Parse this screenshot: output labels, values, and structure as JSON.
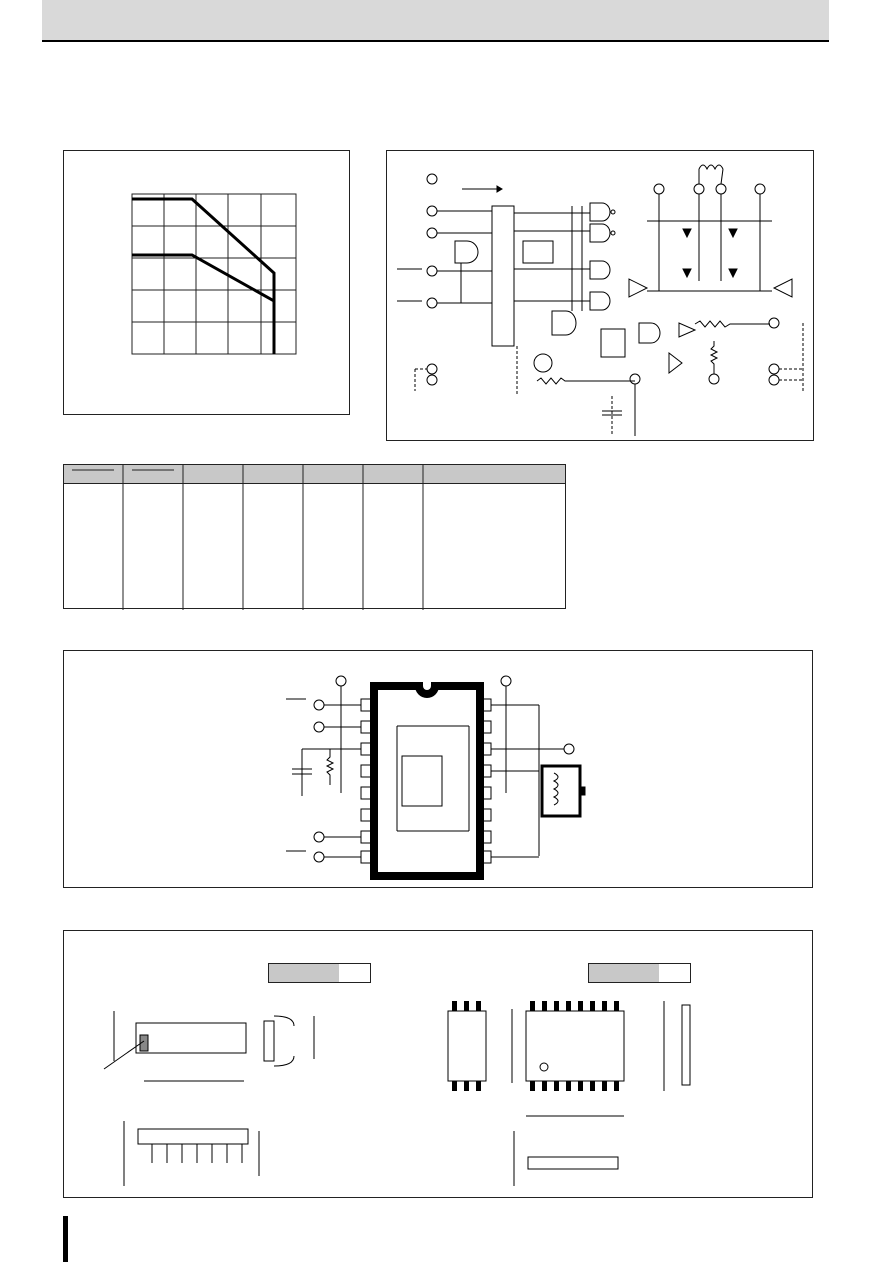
{
  "page": {
    "header": {
      "title": ""
    },
    "panels": [
      {
        "name": "derating-chart-panel"
      },
      {
        "name": "block-diagram-panel"
      },
      {
        "name": "application-circuit-panel"
      },
      {
        "name": "package-outline-panel"
      }
    ],
    "table": {
      "columns": [
        "",
        "",
        "",
        "",
        "",
        "",
        ""
      ],
      "rows": []
    },
    "package_labels": [
      {
        "name": "package-label-dip",
        "text": ""
      },
      {
        "name": "package-label-sop",
        "text": ""
      }
    ],
    "colors": {
      "header_bg": "#d9d9d9",
      "table_head_bg": "#c8c8c8",
      "line": "#000000"
    }
  }
}
